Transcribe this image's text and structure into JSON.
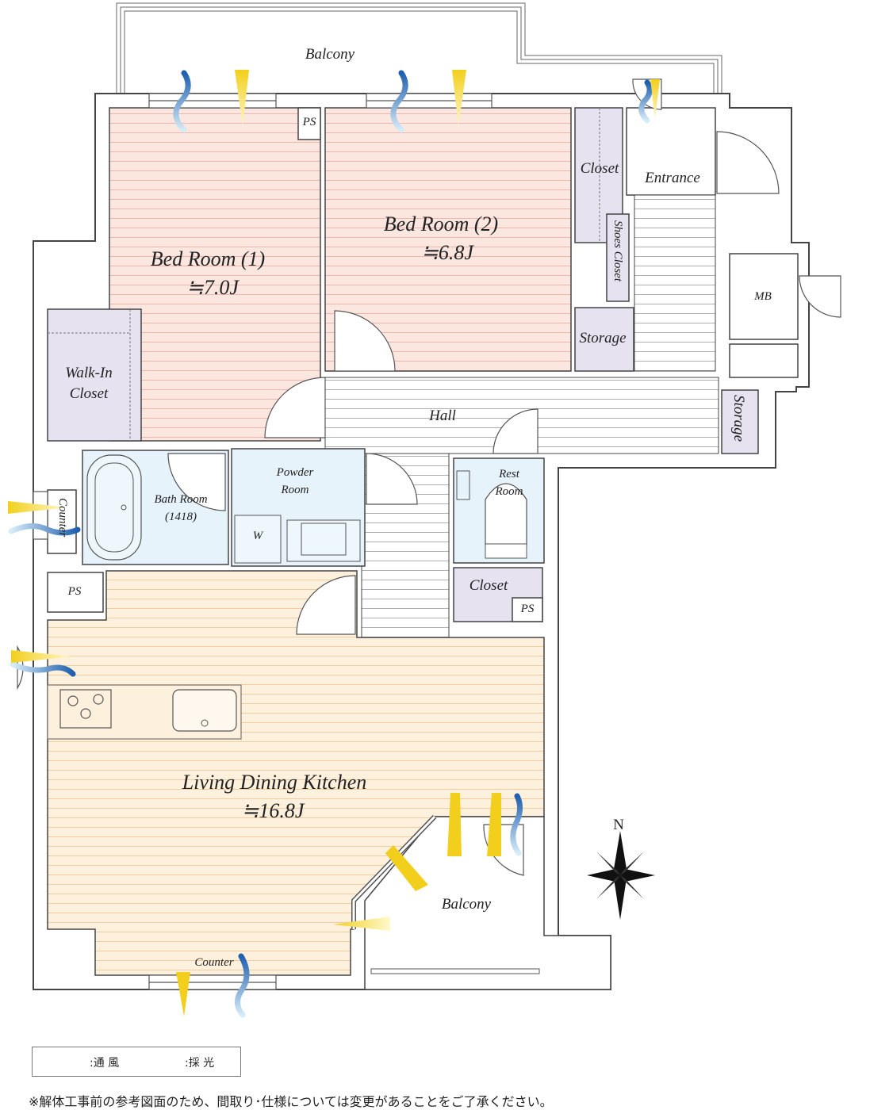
{
  "colors": {
    "bedroom": "#fbe6e0",
    "bedroom_line": "#e9b7ab",
    "ldk": "#fdf0dc",
    "ldk_line": "#efcda1",
    "wet": "#e6f3fb",
    "closet": "#e6e2f0",
    "wall": "#444444",
    "wind": "#2b67b3",
    "light": "#f2cf1c"
  },
  "rooms": {
    "balcony_top": "Balcony",
    "ps_top": "PS",
    "bedroom1_name": "Bed Room (1)",
    "bedroom1_size": "≒7.0J",
    "bedroom2_name": "Bed Room (2)",
    "bedroom2_size": "≒6.8J",
    "closet_bed2": "Closet",
    "entrance": "Entrance",
    "shoes_closet": "Shoes Closet",
    "mb": "MB",
    "storage_hall": "Storage",
    "storage_side": "Storage",
    "walk_in_closet_1": "Walk-In",
    "walk_in_closet_2": "Closet",
    "hall": "Hall",
    "bath_room_1": "Bath Room",
    "bath_room_2": "(1418)",
    "powder_room_1": "Powder",
    "powder_room_2": "Room",
    "washer": "W",
    "rest_room_1": "Rest",
    "rest_room_2": "Room",
    "counter_left": "Counter",
    "ps_left": "PS",
    "closet_toilet": "Closet",
    "ps_toilet": "PS",
    "ldk_name": "Living Dining Kitchen",
    "ldk_size": "≒16.8J",
    "balcony_bottom": "Balcony",
    "counter_bottom": "Counter",
    "compass_n": "N"
  },
  "legend": {
    "wind_label": ":通 風",
    "light_label": ":採 光"
  },
  "note": "※解体工事前の参考図面のため、間取り･仕様については変更があることをご了承ください。"
}
